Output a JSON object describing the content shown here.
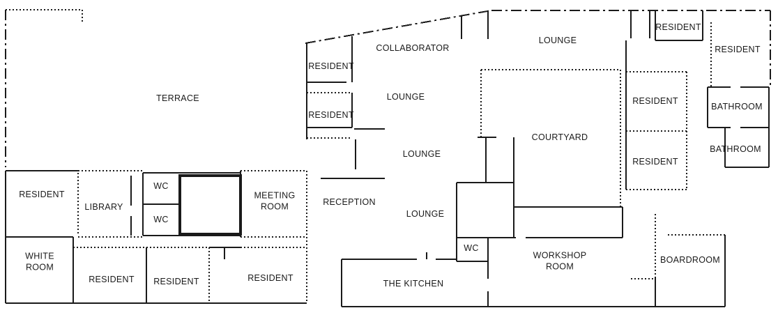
{
  "colors": {
    "background": "#ffffff",
    "line": "#1a1a1a",
    "text": "#1a1a1a"
  },
  "floorplan": {
    "labels": [
      {
        "id": "terrace",
        "text": "TERRACE"
      },
      {
        "id": "resident-left",
        "text": "RESIDENT"
      },
      {
        "id": "library",
        "text": "LIBRARY"
      },
      {
        "id": "wc-upper",
        "text": "WC"
      },
      {
        "id": "wc-lower",
        "text": "WC"
      },
      {
        "id": "meeting-room",
        "text": "MEETING ROOM"
      },
      {
        "id": "reception",
        "text": "RECEPTION"
      },
      {
        "id": "white-room",
        "text": "WHITE ROOM"
      },
      {
        "id": "resident-b1",
        "text": "RESIDENT"
      },
      {
        "id": "resident-b2",
        "text": "RESIDENT"
      },
      {
        "id": "resident-b3",
        "text": "RESIDENT"
      },
      {
        "id": "resident-m1",
        "text": "RESIDENT"
      },
      {
        "id": "resident-m2",
        "text": "RESIDENT"
      },
      {
        "id": "collaborator",
        "text": "COLLABORATOR"
      },
      {
        "id": "lounge-1",
        "text": "LOUNGE"
      },
      {
        "id": "lounge-2",
        "text": "LOUNGE"
      },
      {
        "id": "lounge-3",
        "text": "LOUNGE"
      },
      {
        "id": "lounge-top",
        "text": "LOUNGE"
      },
      {
        "id": "courtyard",
        "text": "COURTYARD"
      },
      {
        "id": "wc-workshop",
        "text": "WC"
      },
      {
        "id": "workshop-room",
        "text": "WORKSHOP ROOM"
      },
      {
        "id": "the-kitchen",
        "text": "THE KITCHEN"
      },
      {
        "id": "resident-r1",
        "text": "RESIDENT"
      },
      {
        "id": "resident-r2",
        "text": "RESIDENT"
      },
      {
        "id": "resident-tr1",
        "text": "RESIDENT"
      },
      {
        "id": "resident-tr2",
        "text": "RESIDENT"
      },
      {
        "id": "bathroom-1",
        "text": "BATHROOM"
      },
      {
        "id": "bathroom-2",
        "text": "BATHROOM"
      },
      {
        "id": "boardroom",
        "text": "BOARDROOM"
      }
    ]
  }
}
